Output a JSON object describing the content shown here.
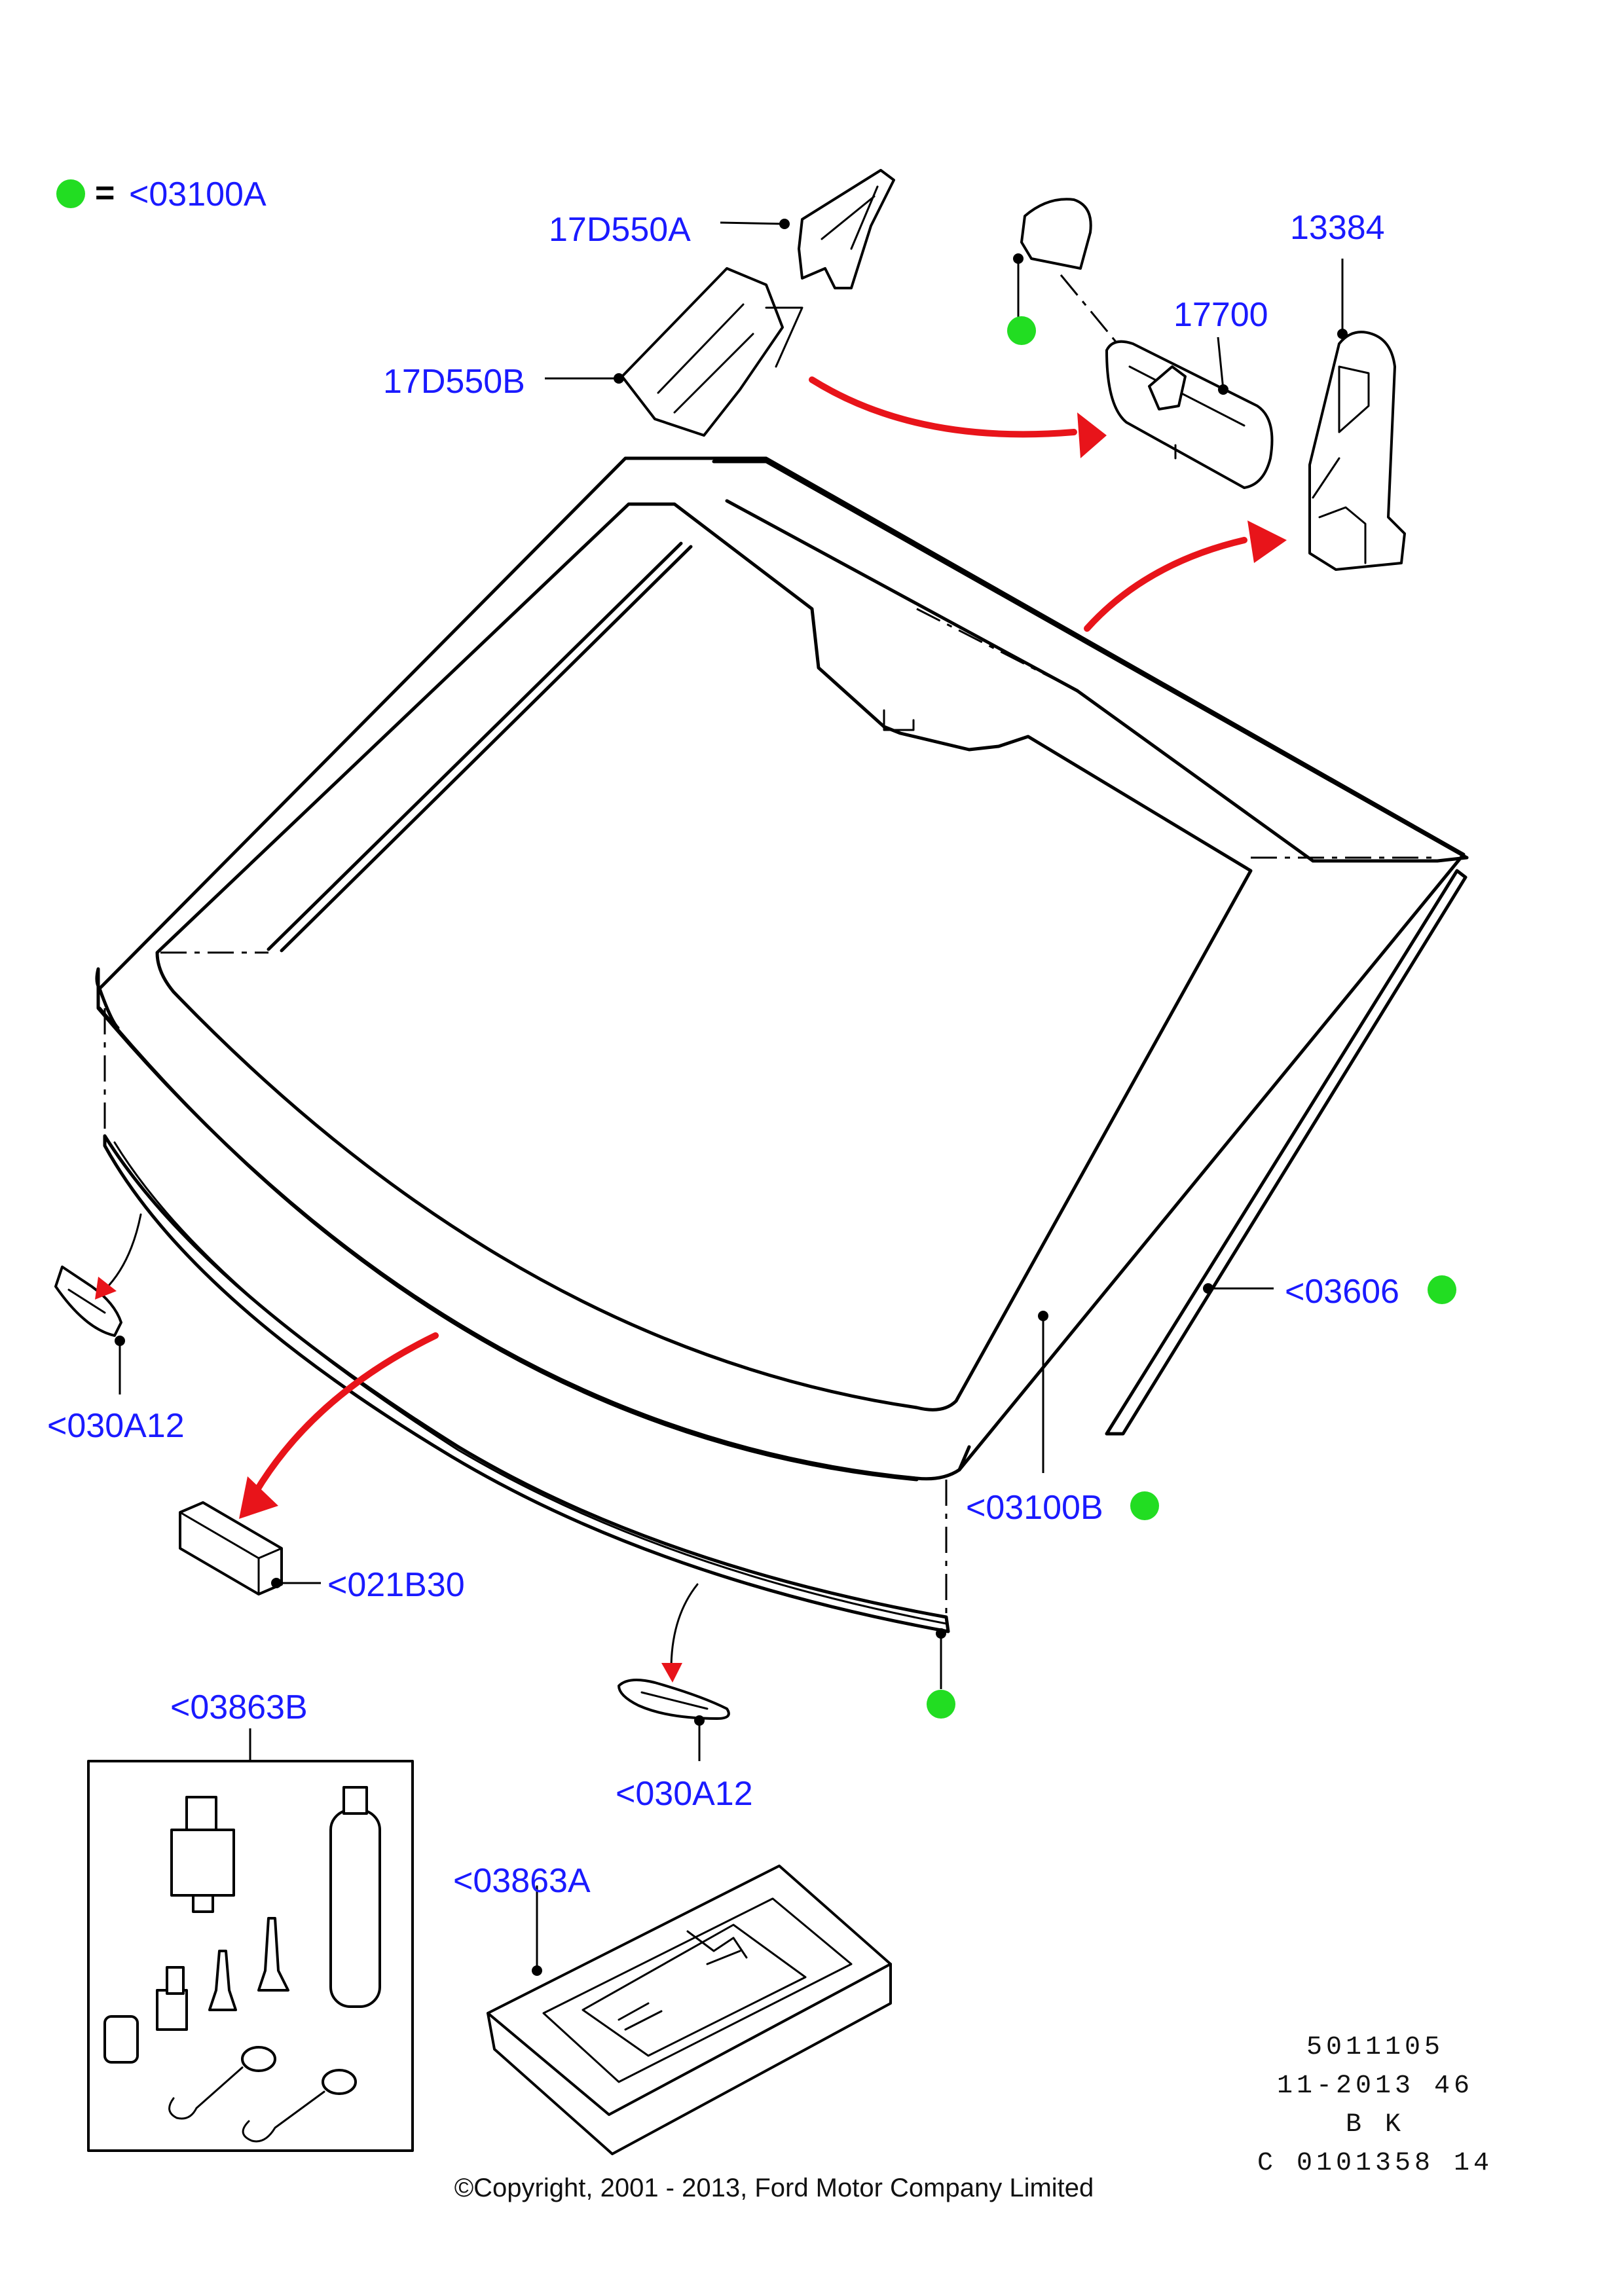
{
  "colors": {
    "label": "#1a1aff",
    "arrow": "#e8141a",
    "marker": "#22dd22",
    "line": "#000000"
  },
  "legend": {
    "marker_icon": "green-dot",
    "equals": "=",
    "text": "<03100A"
  },
  "labels": {
    "p17d550a": "17D550A",
    "p17d550b": "17D550B",
    "p17700": "17700",
    "p13384": "13384",
    "p03606": "<03606",
    "p03100b": "<03100B",
    "p030a12_left": "<030A12",
    "p021b30": "<021B30",
    "p030a12_mid": "<030A12",
    "p03863b": "<03863B",
    "p03863a": "<03863A"
  },
  "meta": {
    "line1": "5011105",
    "line2": "11-2013 46",
    "line3": "B K",
    "line4": "C 0101358 14"
  },
  "copyright": "©Copyright, 2001 - 2013, Ford Motor Company Limited"
}
